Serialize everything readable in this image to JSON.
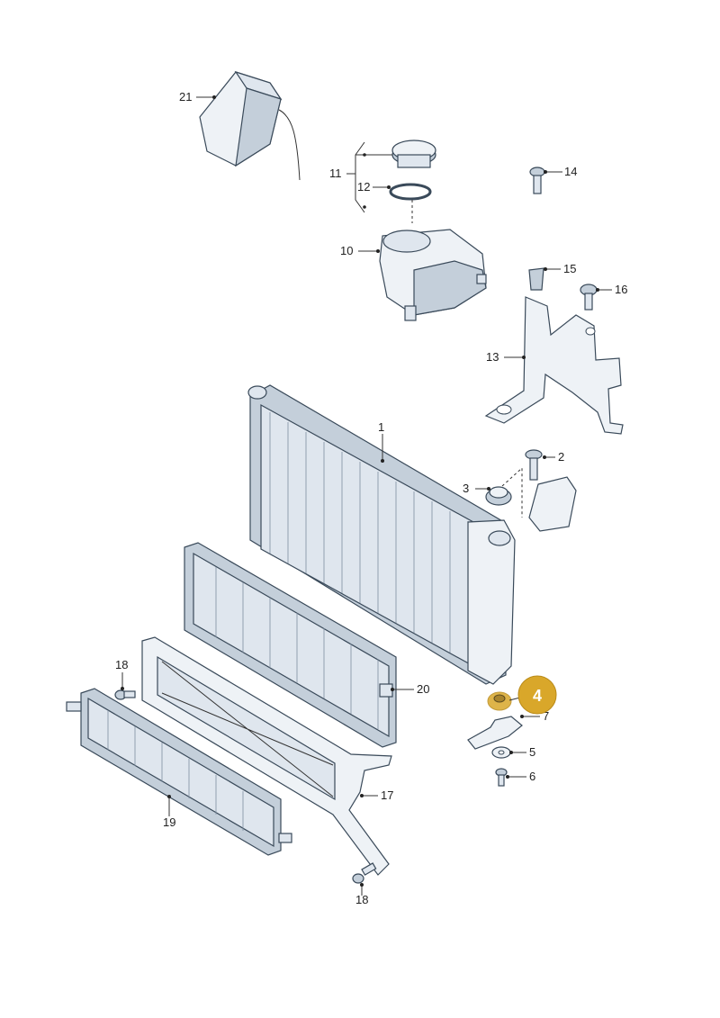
{
  "labels": {
    "p1": "1",
    "p2": "2",
    "p3": "3",
    "p5": "5",
    "p6": "6",
    "p7": "7",
    "p10": "10",
    "p11": "11",
    "p12": "12",
    "p13": "13",
    "p14": "14",
    "p15": "15",
    "p16": "16",
    "p17": "17",
    "p18a": "18",
    "p18b": "18",
    "p19": "19",
    "p20": "20",
    "p21": "21",
    "highlight": "4"
  },
  "colors": {
    "highlight": "#d9a72a"
  }
}
